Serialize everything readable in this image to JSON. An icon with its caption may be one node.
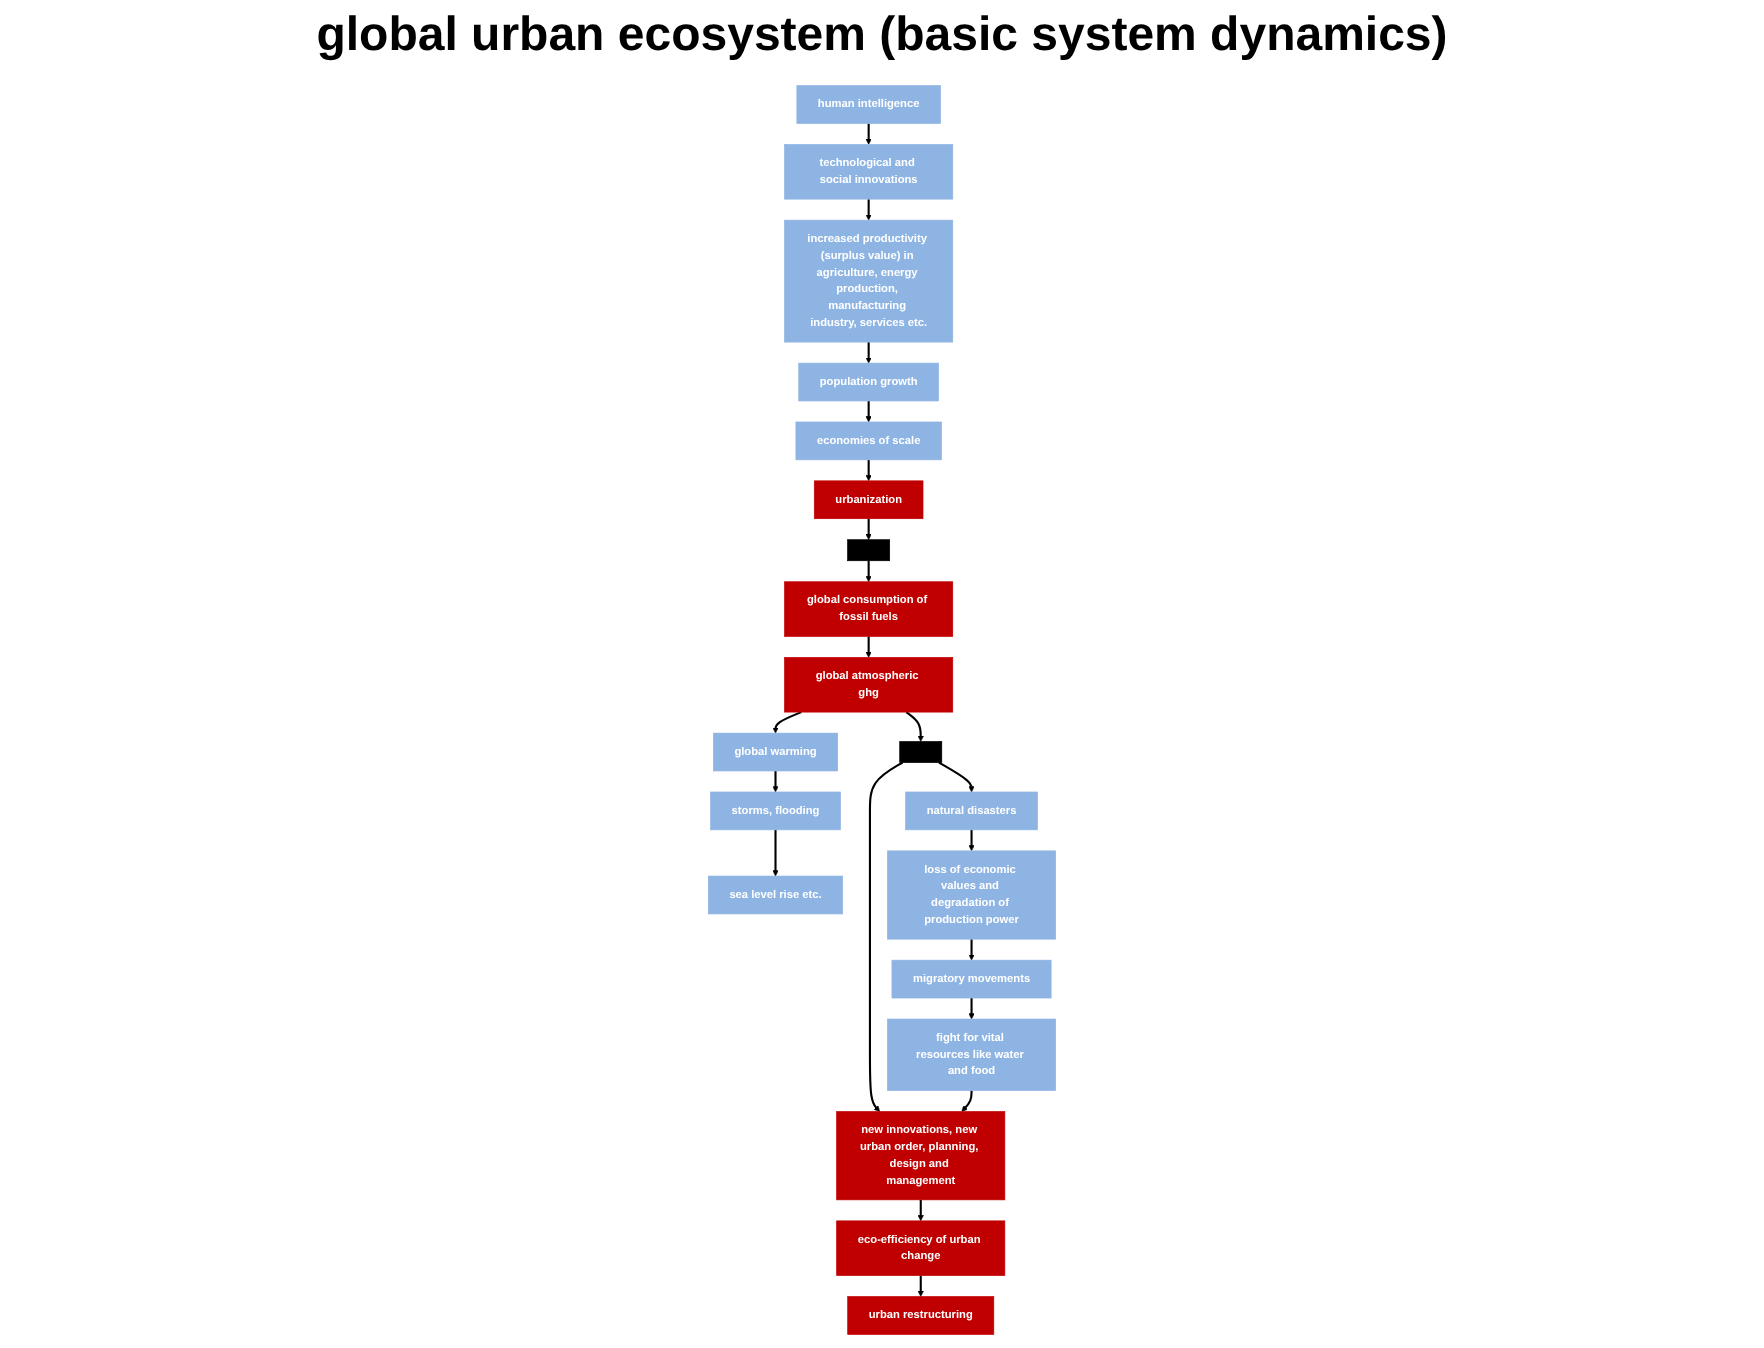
{
  "diagram": {
    "title": "global urban ecosystem (basic system dynamics)",
    "nodes": [
      {
        "text": [
          "human intelligence"
        ]
      },
      {
        "text": [
          "technological and social innovations"
        ]
      },
      {
        "text": [
          "increased productivity (surplus value) in agriculture, energy production, manufacturing industry, services etc."
        ]
      },
      {
        "text": [
          "population growth"
        ]
      },
      {
        "text": [
          "economies of scale"
        ]
      },
      {
        "text": [
          "urbanization"
        ]
      },
      {
        "text": [],
        "shape": "bar"
      },
      {
        "text": [
          "global consumption of fossil fuels"
        ]
      },
      {
        "text": [
          "global atmospheric ghg"
        ]
      },
      {
        "text": [
          "global warming"
        ]
      },
      {
        "text": [
          "storms, flooding"
        ]
      },
      {
        "text": [
          "sea level rise etc."
        ]
      },
      {
        "text": [],
        "shape": "bar"
      },
      {
        "text": [
          "natural disasters"
        ]
      },
      {
        "text": [
          "loss of economic values and degradation of production power"
        ]
      },
      {
        "text": [
          "migratory movements"
        ]
      },
      {
        "text": [
          "fight for vital resources like water and food"
        ]
      },
      {
        "text": [
          "new innovations, new urban order, planning, design and management"
        ]
      },
      {
        "text": [
          "eco-efficiency of urban change"
        ]
      },
      {
        "text": [
          "urban restructuring"
        ]
      }
    ],
    "edges": [
      {
        "from": 0,
        "to": 1,
        "arrow": "to"
      },
      {
        "from": 1,
        "to": 2,
        "arrow": "to"
      },
      {
        "from": 2,
        "to": 3,
        "arrow": "to"
      },
      {
        "from": 3,
        "to": 4,
        "arrow": "to"
      },
      {
        "from": 4,
        "to": 5,
        "arrow": "to"
      },
      {
        "from": 5,
        "to": 6,
        "arrow": "to"
      },
      {
        "from": 6,
        "to": 7,
        "arrow": "to"
      },
      {
        "from": 7,
        "to": 8,
        "arrow": "to"
      },
      {
        "from": 8,
        "to": 9,
        "arrow": "to"
      },
      {
        "from": 9,
        "to": 10,
        "arrow": "to"
      },
      {
        "from": 10,
        "to": 11,
        "arrow": "to"
      },
      {
        "from": 8,
        "to": 12,
        "arrow": "to"
      },
      {
        "from": 12,
        "to": 13,
        "arrow": "to"
      },
      {
        "from": 12,
        "to": 17,
        "arrow": "to"
      },
      {
        "from": 13,
        "to": 14,
        "arrow": "to"
      },
      {
        "from": 14,
        "to": 15,
        "arrow": "to"
      },
      {
        "from": 15,
        "to": 16,
        "arrow": "to"
      },
      {
        "from": 16,
        "to": 17,
        "arrow": "to"
      },
      {
        "from": 17,
        "to": 18,
        "arrow": "to"
      },
      {
        "from": 18,
        "to": 19,
        "arrow": "to"
      }
    ]
  }
}
